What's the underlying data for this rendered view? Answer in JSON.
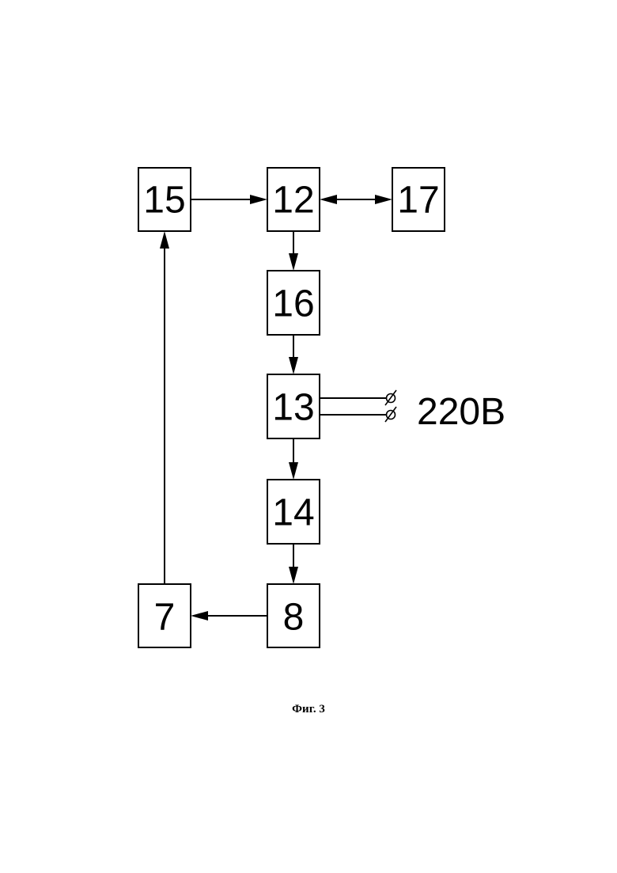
{
  "diagram": {
    "blocks": {
      "b15": "15",
      "b12": "12",
      "b17": "17",
      "b16": "16",
      "b13": "13",
      "b14": "14",
      "b8": "8",
      "b7": "7"
    },
    "power_label": "220В",
    "caption": "Фиг. 3"
  }
}
